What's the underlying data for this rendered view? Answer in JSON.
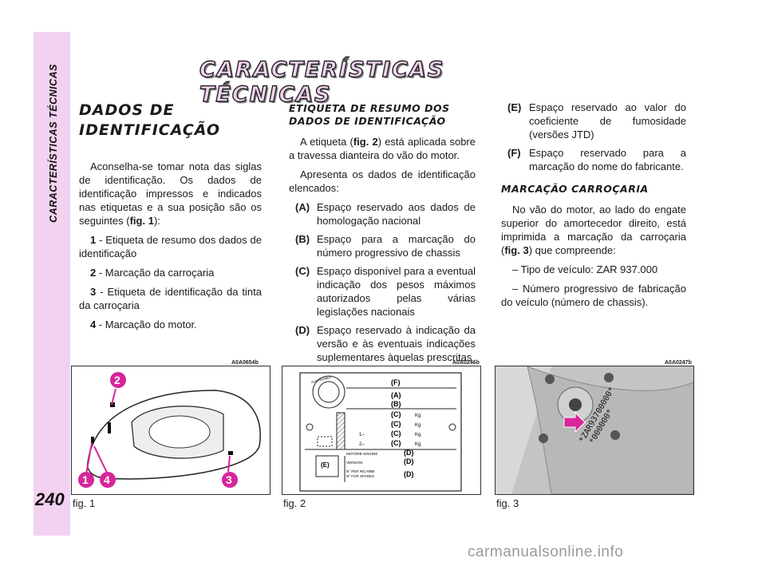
{
  "sidebar": {
    "section": "CARACTERÍSTICAS TÉCNICAS",
    "page_number": "240"
  },
  "title": "CARACTERÍSTICAS TÉCNICAS",
  "col1": {
    "heading": "DADOS DE IDENTIFICAÇÃO",
    "intro": "Aconselha-se tomar nota das siglas de identificação. Os dados de identificação impressos e indicados nas etiquetas e a sua posição são os seguintes (",
    "intro_ref": "fig. 1",
    "intro_end": "):",
    "items": [
      {
        "num": "1",
        "text": " - Etiqueta de resumo dos dados de identificação"
      },
      {
        "num": "2",
        "text": " - Marcação da carroçaria"
      },
      {
        "num": "3",
        "text": " - Etiqueta de identificação da tinta da carroçaria"
      },
      {
        "num": "4",
        "text": " - Marcação do motor."
      }
    ]
  },
  "col2": {
    "heading": "ETIQUETA DE RESUMO DOS DADOS DE IDENTIFICAÇÃO",
    "p1_start": "A etiqueta (",
    "p1_ref": "fig. 2",
    "p1_end": ") está aplicada sobre a travessa dianteira do vão do motor.",
    "p2": "Apresenta os dados de identificação elencados:",
    "items": [
      {
        "key": "(A)",
        "text": "Espaço reservado aos dados de homologação nacional"
      },
      {
        "key": "(B)",
        "text": "Espaço para a marcação do número progressivo de chassis"
      },
      {
        "key": "(C)",
        "text": "Espaço disponível para a eventual indicação dos pesos máximos autorizados pelas várias legislações nacionais"
      },
      {
        "key": "(D)",
        "text": "Espaço reservado à indicação da versão e às eventuais indicações suplementares àquelas prescritas"
      }
    ]
  },
  "col3": {
    "items": [
      {
        "key": "(E)",
        "text": "Espaço reservado ao valor do coeficiente de fumosidade (versões JTD)"
      },
      {
        "key": "(F)",
        "text": "Espaço reservado para a marcação do nome do fabricante."
      }
    ],
    "heading": "MARCAÇÃO CARROÇARIA",
    "p1_start": "No vão do motor, ao lado do engate superior do amortecedor direito, está imprimida a marcação da carroçaria (",
    "p1_ref": "fig. 3",
    "p1_end": ") que compreende:",
    "dash1": "– Tipo de veículo: ZAR 937.000",
    "dash2": "– Número progressivo de fabricação do veículo (número de chassis)."
  },
  "figures": [
    {
      "code": "A0A0654b",
      "caption": "fig. 1",
      "badges": [
        "2",
        "1",
        "4",
        "3"
      ]
    },
    {
      "code": "A0A0246b",
      "caption": "fig. 2",
      "logo_text": "ALFA ROMEO",
      "label_f": "(F)",
      "label_a": "(A)",
      "label_b": "(B)",
      "label_c": "(C)",
      "kg": "Kg",
      "row1": "1–",
      "row2": "2–",
      "label_d": "(D)",
      "label_e": "(E)",
      "motore": "MOTORE–ENGINE",
      "version": "VERSION",
      "ricambi": "N° PER RICAMBI",
      "spares": "N° FOR SPARES"
    },
    {
      "code": "A0A0247b",
      "caption": "fig. 3",
      "stamp_1": "*ZAR93700000*",
      "stamp_2": "*000000*"
    }
  ],
  "watermark": "carmanualsonline.info"
}
